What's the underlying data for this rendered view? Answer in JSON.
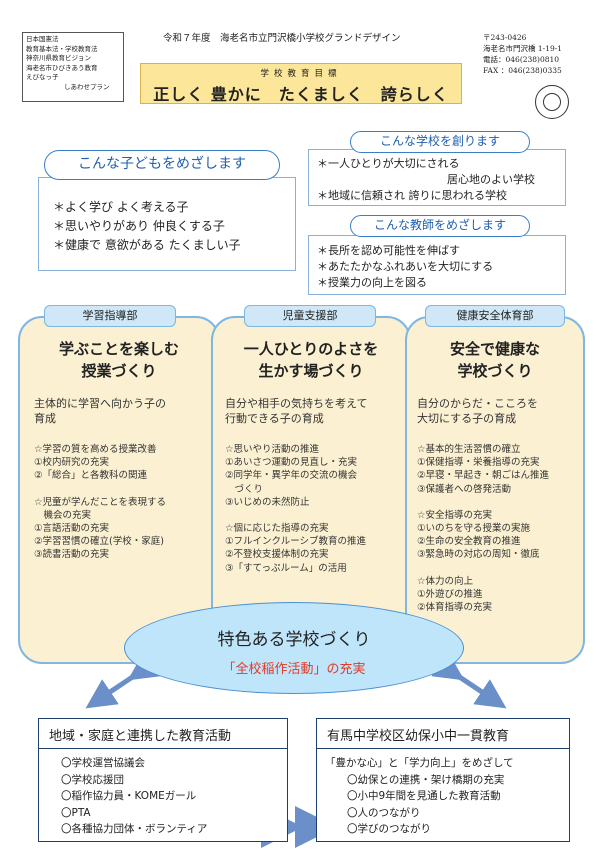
{
  "header": {
    "sources": [
      "日本国憲法",
      "教育基本法・学校教育法",
      "神奈川県教育ビジョン",
      "海老名市ひびきあう教育",
      "えびなっ子",
      "しあわせプラン"
    ],
    "title": "令和７年度　海老名市立門沢橋小学校グランドデザイン",
    "address": [
      "〒243-0426",
      "海老名市門沢橋 1-19-1",
      "電話：046(238)0810",
      "FAX ：046(238)0335"
    ]
  },
  "goal": {
    "label": "学校教育目標",
    "text": "正しく 豊かに　たくましく　誇らしく"
  },
  "children": {
    "heading": "こんな子どもをめざします",
    "items": [
      "＊よく学び よく考える子",
      "＊思いやりがあり 仲良くする子",
      "＊健康で 意欲がある たくましい子"
    ]
  },
  "school": {
    "heading": "こんな学校を創ります",
    "items": [
      "＊一人ひとりが大切にされる",
      "居心地のよい学校",
      "＊地域に信頼され 誇りに思われる学校"
    ]
  },
  "teachers": {
    "heading": "こんな教師をめざします",
    "items": [
      "＊長所を認め可能性を伸ばす",
      "＊あたたかなふれあいを大切にする",
      "＊授業力の向上を図る"
    ]
  },
  "columns": [
    {
      "tab": "学習指導部",
      "title": [
        "学ぶことを楽しむ",
        "授業づくり"
      ],
      "sub": [
        "主体的に学習へ向かう子の",
        "育成"
      ],
      "groups": [
        [
          "☆学習の質を高める授業改善",
          "①校内研究の充実",
          "②「総合」と各教科の関連"
        ],
        [
          "☆児童が学んだことを表現する",
          "　機会の充実",
          "①言語活動の充実",
          "②学習習慣の確立(学校・家庭)",
          "③読書活動の充実"
        ]
      ]
    },
    {
      "tab": "児童支援部",
      "title": [
        "一人ひとりのよさを",
        "生かす場づくり"
      ],
      "sub": [
        "自分や相手の気持ちを考えて",
        "行動できる子の育成"
      ],
      "groups": [
        [
          "☆思いやり活動の推進",
          "①あいさつ運動の見直し・充実",
          "②同学年・異学年の交流の機会",
          "　づくり",
          "③いじめの未然防止"
        ],
        [
          "☆個に応じた指導の充実",
          "①フルインクルーシブ教育の推進",
          "②不登校支援体制の充実",
          "③「すてっぷルーム」の活用"
        ]
      ]
    },
    {
      "tab": "健康安全体育部",
      "title": [
        "安全で健康な",
        "学校づくり"
      ],
      "sub": [
        "自分のからだ・こころを",
        "大切にする子の育成"
      ],
      "groups": [
        [
          "☆基本的生活習慣の確立",
          "①保健指導・栄養指導の充実",
          "②早寝・早起き・朝ごはん推進",
          "③保護者への啓発活動"
        ],
        [
          "☆安全指導の充実",
          "①いのちを守る授業の実施",
          "②生命の安全教育の推進",
          "③緊急時の対応の周知・徹底"
        ],
        [
          "☆体力の向上",
          "①外遊びの推進",
          "②体育指導の充実"
        ]
      ]
    }
  ],
  "feature": {
    "main": "特色ある学校づくり",
    "sub": "「全校稲作活動」の充実"
  },
  "community": {
    "title": "地域・家庭と連携した教育活動",
    "items": [
      "〇学校運営協議会",
      "〇学校応援団",
      "〇稲作協力員・KOMEガール",
      "〇PTA",
      "〇各種協力団体・ボランティア"
    ]
  },
  "continuity": {
    "title": "有馬中学校区幼保小中一貫教育",
    "items": [
      "「豊かな心」と「学力向上」をめざして",
      "〇幼保との連携・架け橋期の充実",
      "〇小中9年間を見通した教育活動",
      "〇人のつながり",
      "〇学びのつながり"
    ]
  },
  "colors": {
    "accent_blue": "#3a7ec9",
    "column_fill": "#fbf1d2",
    "goal_fill": "#fbe69a",
    "feature_fill": "#bfe5fb",
    "feature_red": "#e53a25",
    "navy": "#1c3f6e"
  }
}
